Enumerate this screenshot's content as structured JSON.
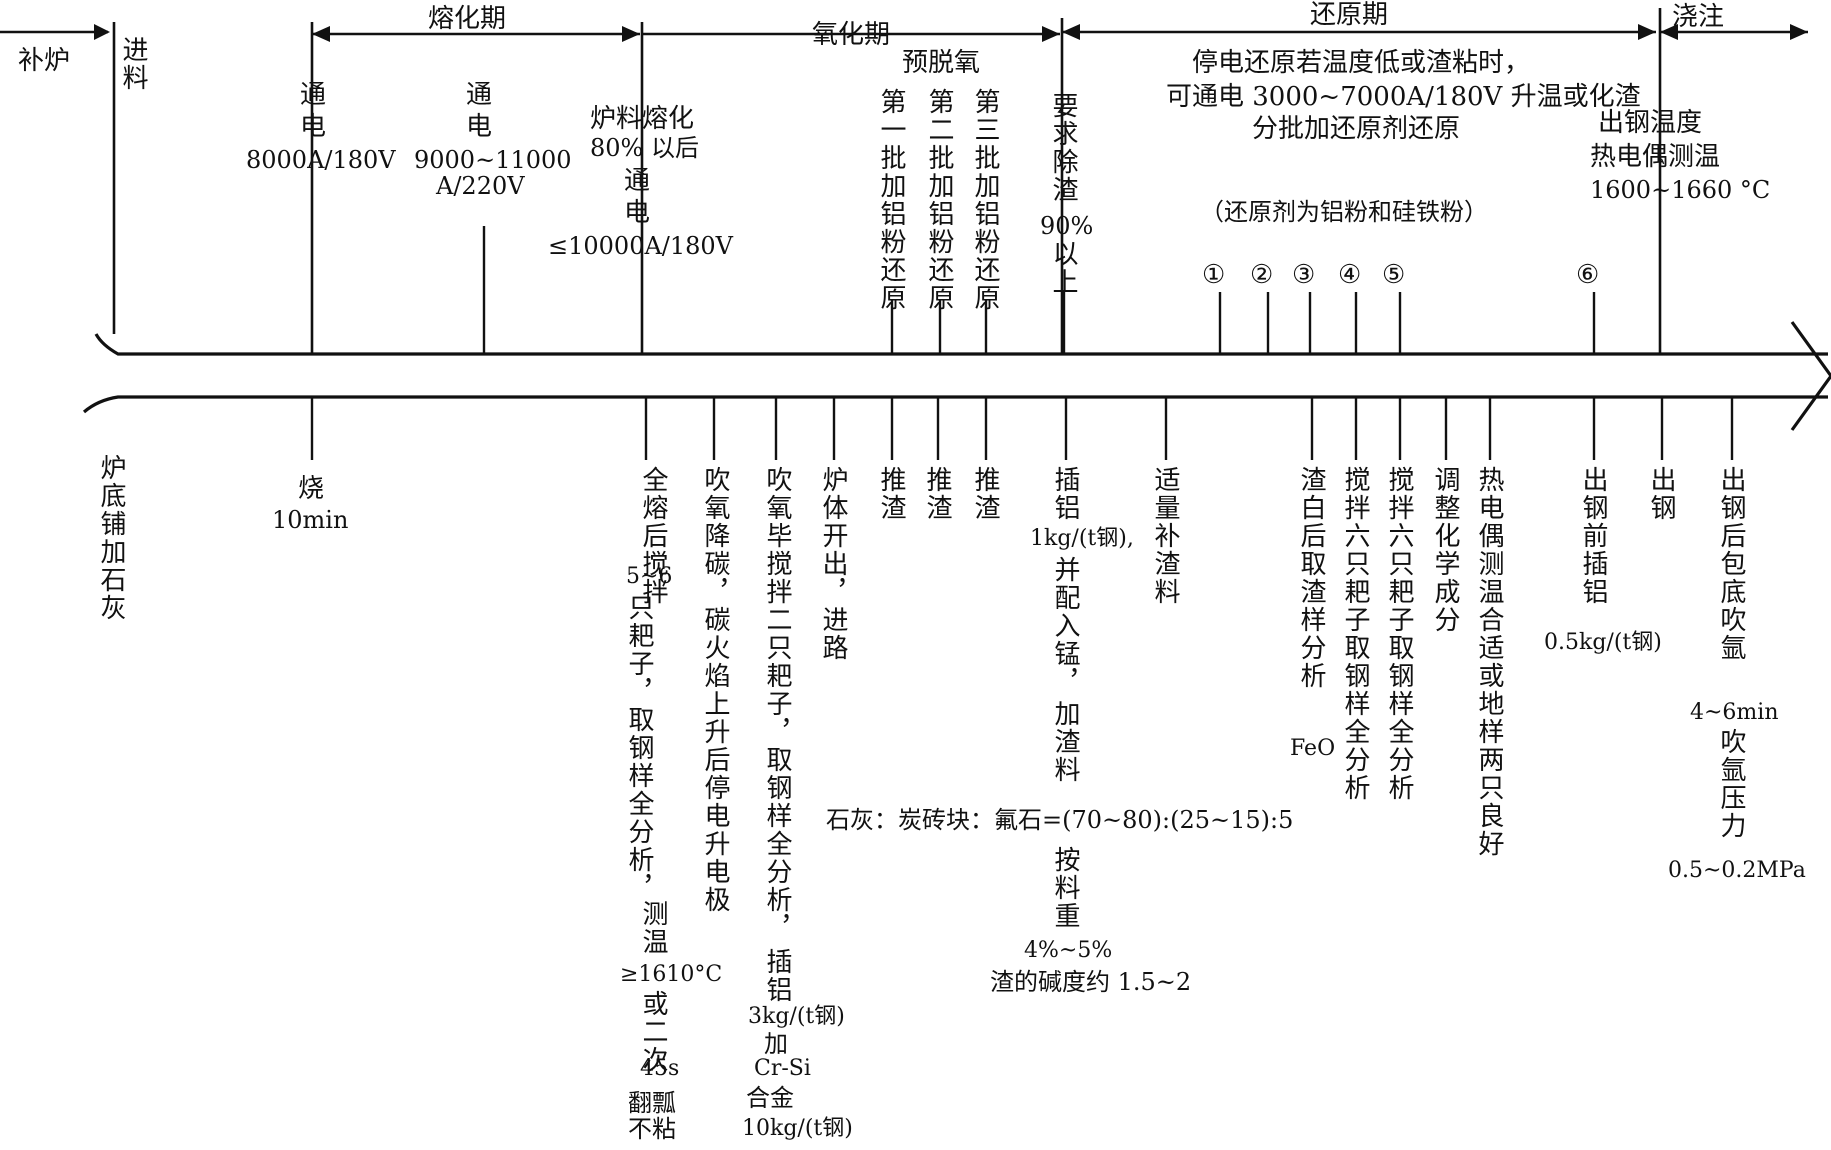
{
  "phases": {
    "bulu": "补炉",
    "jinliao": "进料",
    "rong": "熔化期",
    "yang": "氧化期",
    "huan": "还原期",
    "jiao": "浇注"
  },
  "top": {
    "tongdian1_a": "通",
    "tongdian1_b": "电",
    "tongdian1_val": "8000A/180V",
    "tongdian2_a": "通",
    "tongdian2_b": "电",
    "tongdian2_val1": "9000~11000",
    "tongdian2_val2": "A/220V",
    "lrh1": "炉料熔化",
    "lrh2": "80% 以后",
    "lrh3": "通",
    "lrh4": "电",
    "lrh5": "≤10000A/180V",
    "yutuoyang": "预脱氧",
    "pi1": "第一批加铝粉还原",
    "pi2": "第二批加铝粉还原",
    "pi3": "第三批加铝粉还原",
    "chuzha1": "要求除渣",
    "chuzha2": "90%",
    "chuzha3": "以上",
    "huanyuan1": "停电还原若温度低或渣粘时，",
    "huanyuan2": "可通电 3000~7000A/180V 升温或化渣",
    "huanyuan3": "分批加还原剂还原",
    "huanyuanji": "（还原剂为铝粉和硅铁粉）",
    "n1": "①",
    "n2": "②",
    "n3": "③",
    "n4": "④",
    "n5": "⑤",
    "n6": "⑥",
    "chugang1": "出钢温度",
    "chugang2": "热电偶测温",
    "chugang3": "1600~1660 °C"
  },
  "bottom": {
    "ludi": "炉底铺加石灰",
    "shao": "烧",
    "shao_val": "10min",
    "b1_col1": "全熔后搅拌",
    "b1_val1": "5~6",
    "b1_col2": "只耙子，取钢样全分析，",
    "b1_col3": "测温",
    "b1_val2": "≥1610°C",
    "b1_col4": "或二次",
    "b1_val3": "45s",
    "b1_col5": "翻瓢不粘",
    "b2": "吹氧降碳，碳火焰上升后停电升电极",
    "b3_col1": "吹氧毕搅拌二只耙子，取钢样全分析，",
    "b3_col2": "插铝",
    "b3_val1": "3kg/(t钢)",
    "b3_col3": "加",
    "b3_val2": "Cr-Si",
    "b3_col4": "合金",
    "b3_val3": "10kg/(t钢)",
    "b4": "炉体开出，进路",
    "tuizha1": "推渣",
    "tuizha2": "推渣",
    "tuizha3": "推渣",
    "chalv1": "插铝",
    "chalv_val": "1kg/(t钢),",
    "chalv2": "并配入锰，",
    "chalv3": "加渣料",
    "shihui": "石灰：炭砖块：氟石=(70~80):(25~15):5",
    "anliao": "按料重",
    "anliao_val": "4%~5%",
    "jiandu": "渣的碱度约 1.5~2",
    "buzha": "适量补渣料",
    "zhabai": "渣白后取渣样分析",
    "feo": "FeO",
    "jiaoban1": "搅拌六只耙子取钢样全分析",
    "jiaoban2": "搅拌六只耙子取钢样全分析",
    "tiaozheng": "调整化学成分",
    "redian": "热电偶测温合适或地样两只良好",
    "qianchalv": "出钢前插铝",
    "qianchalv_val": "0.5kg/(t钢)",
    "chugang": "出钢",
    "chuihou": "出钢后包底吹氩",
    "chuihou_val": "4~6min",
    "chuihou2": "吹氩压力",
    "chuihou_val2": "0.5~0.2MPa"
  }
}
